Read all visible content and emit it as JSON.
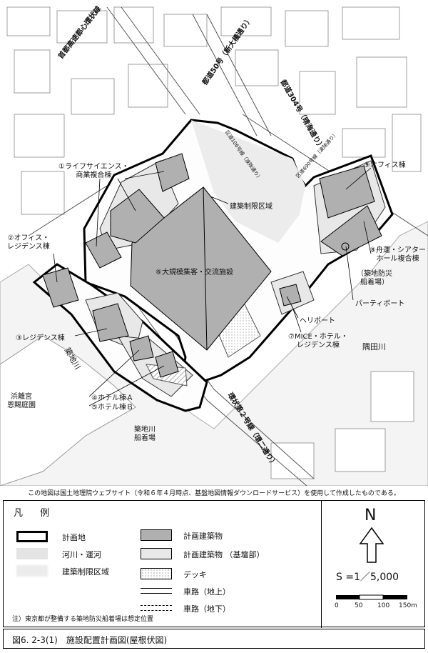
{
  "map": {
    "labels": {
      "expressway": "首都高速都心環状線",
      "route50": "都道50号（新大橋通り）",
      "route304": "都道304号（晴海通り）",
      "ward_road_106": "区道106号線（波除通り）",
      "ward_road_690": "区道690号線（波除通り）",
      "bldg1": "①ライフサイエンス・\n商業複合棟",
      "bldg2": "②オフィス・\nレジデンス棟",
      "bldg3": "③レジデンス棟",
      "bldg4": "④ホテル棟Ａ",
      "bldg5": "⑤ホテル棟Ｂ",
      "bldg6": "⑥大規模集客・交流施設",
      "bldg7": "⑦MICE・ホテル・\nレジデンス棟",
      "bldg8": "⑧舟運・シアター\nホール複合棟",
      "bldg9": "⑨オフィス棟",
      "setback": "建築制限区域",
      "heliport": "ヘリポート",
      "party_boat": "パーティボート",
      "disaster_pier": "（築地防災\n船着場）",
      "sumida": "隅田川",
      "tsukiji_river": "築地川",
      "hamarikyu": "浜離宮\n恩賜庭園",
      "tsukiji_pier": "築地川\n船着場",
      "ring2": "環状第２号線（環二通り）"
    }
  },
  "source_note": "この地図は国土地理院ウェブサイト（令和６年４月時点、基盤地図情報ダウンロードサービス）を使用して作成したものである。",
  "legend": {
    "title": "凡 例",
    "items": [
      {
        "label": "計画地",
        "style": "site"
      },
      {
        "label": "河川・運河",
        "style": "river"
      },
      {
        "label": "建築制限区域",
        "style": "restricted"
      },
      {
        "label": "計画建築物",
        "style": "building"
      },
      {
        "label": "計画建築物 （基壇部）",
        "style": "podium"
      },
      {
        "label": "デッキ",
        "style": "deck"
      },
      {
        "label": "車路（地上）",
        "style": "road-above"
      },
      {
        "label": "車路（地下）",
        "style": "road-below"
      }
    ],
    "north": "N",
    "scale": "S =1／5,000",
    "scale_ticks": [
      "0",
      "50",
      "100",
      "150m"
    ],
    "footnote": "注）東京都が整備する築地防災船着場は想定位置"
  },
  "caption": "図6. 2-3(1)　施設配置計画図(屋根伏図)",
  "colors": {
    "building": "#b0b0b0",
    "podium": "#e8e8e8",
    "river": "#e4e4e4",
    "water": "#f6f6f6"
  }
}
